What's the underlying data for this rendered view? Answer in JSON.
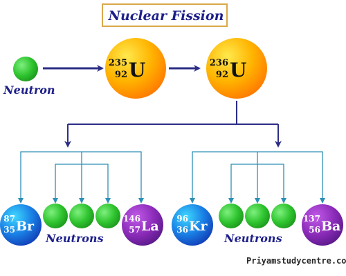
{
  "title": "Nuclear Fission",
  "labels": {
    "neutron": "Neutron",
    "neutrons_left": "Neutrons",
    "neutrons_right": "Neutrons"
  },
  "nuclei": {
    "u235": {
      "mass": "235",
      "atomic": "92",
      "symbol": "U"
    },
    "u236": {
      "mass": "236",
      "atomic": "92",
      "symbol": "U"
    },
    "br": {
      "mass": "87",
      "atomic": "35",
      "symbol": "Br"
    },
    "la": {
      "mass": "146",
      "atomic": "57",
      "symbol": "La"
    },
    "kr": {
      "mass": "96",
      "atomic": "36",
      "symbol": "Kr"
    },
    "ba": {
      "mass": "137",
      "atomic": "56",
      "symbol": "Ba"
    }
  },
  "watermark": "Priyamstudycentre.com",
  "colors": {
    "neutron": "#33cc33",
    "uranium": "#ff8a00",
    "bromine_krypton": "#1560d6",
    "lanthanum_barium": "#8a2bb8",
    "arrow_main": "#2b2d86",
    "arrow_branch": "#2c8fb5",
    "title_border": "#d9a94a"
  }
}
